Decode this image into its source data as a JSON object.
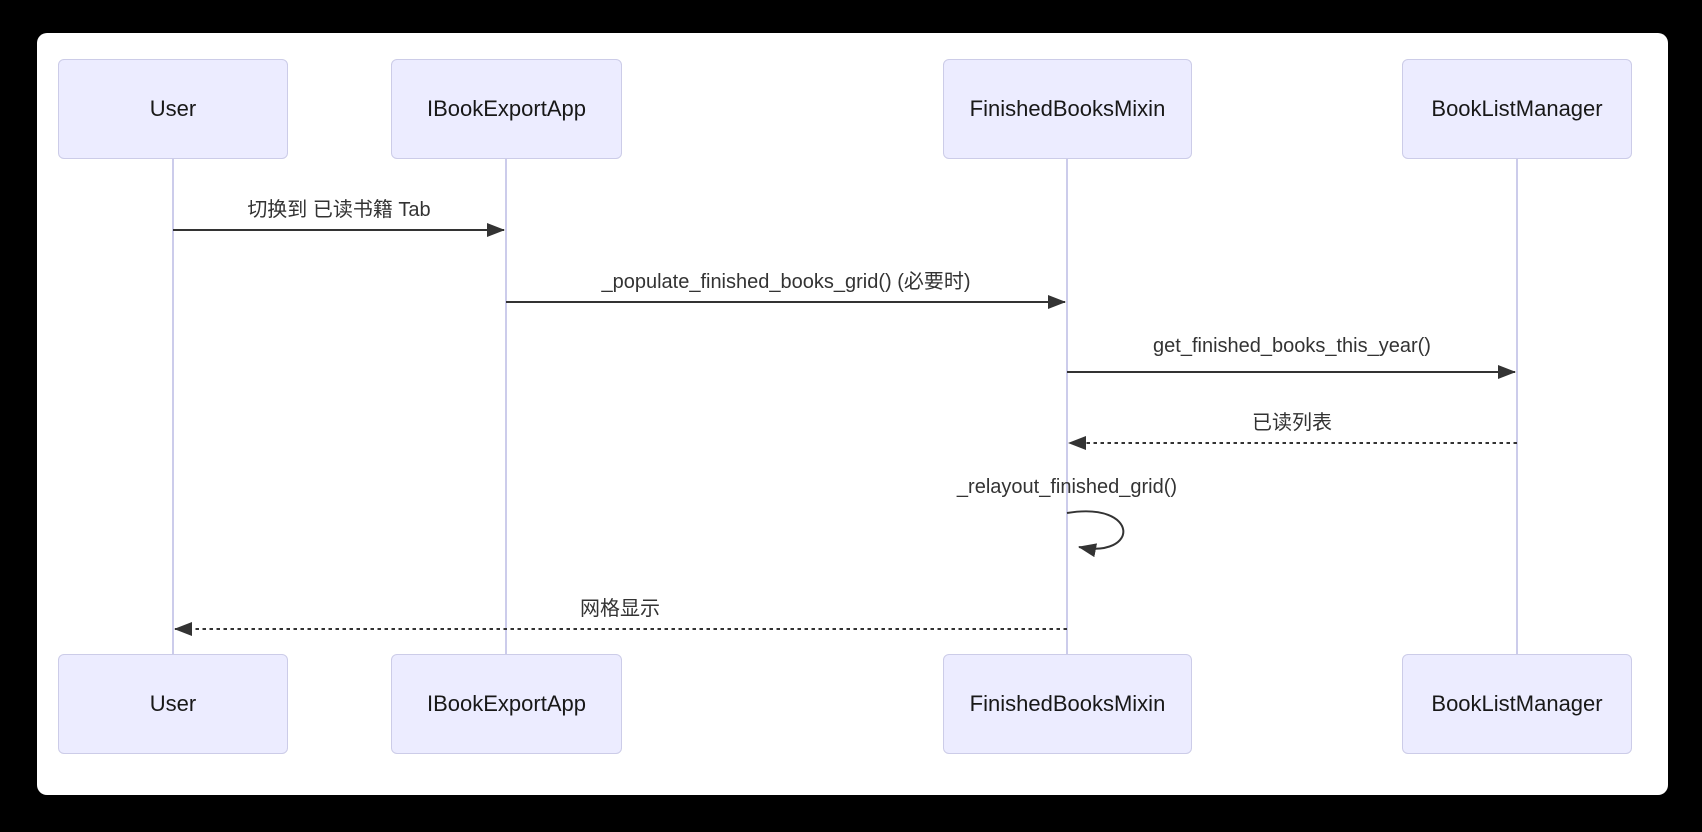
{
  "diagram": {
    "type": "sequence-diagram",
    "actors": [
      {
        "name": "User"
      },
      {
        "name": "IBookExportApp"
      },
      {
        "name": "FinishedBooksMixin"
      },
      {
        "name": "BookListManager"
      }
    ],
    "messages": [
      {
        "from": "User",
        "to": "IBookExportApp",
        "label": "切换到 已读书籍 Tab",
        "line": "solid",
        "arrow": "filled"
      },
      {
        "from": "IBookExportApp",
        "to": "FinishedBooksMixin",
        "label": "_populate_finished_books_grid() (必要时)",
        "line": "solid",
        "arrow": "filled"
      },
      {
        "from": "FinishedBooksMixin",
        "to": "BookListManager",
        "label": "get_finished_books_this_year()",
        "line": "solid",
        "arrow": "filled"
      },
      {
        "from": "BookListManager",
        "to": "FinishedBooksMixin",
        "label": "已读列表",
        "line": "dashed",
        "arrow": "filled"
      },
      {
        "from": "FinishedBooksMixin",
        "to": "FinishedBooksMixin",
        "label": "_relayout_finished_grid()",
        "line": "self-loop",
        "arrow": "filled"
      },
      {
        "from": "FinishedBooksMixin",
        "to": "User",
        "label": "网格显示",
        "line": "dashed",
        "arrow": "filled"
      }
    ],
    "colors": {
      "page_background": "#000000",
      "canvas_background": "#ffffff",
      "actor_fill": "#ECECFF",
      "actor_border": "#CCCCE8",
      "lifeline": "#CCCCEB",
      "arrow": "#333333",
      "message_text": "#333333",
      "actor_text": "#181818"
    }
  }
}
